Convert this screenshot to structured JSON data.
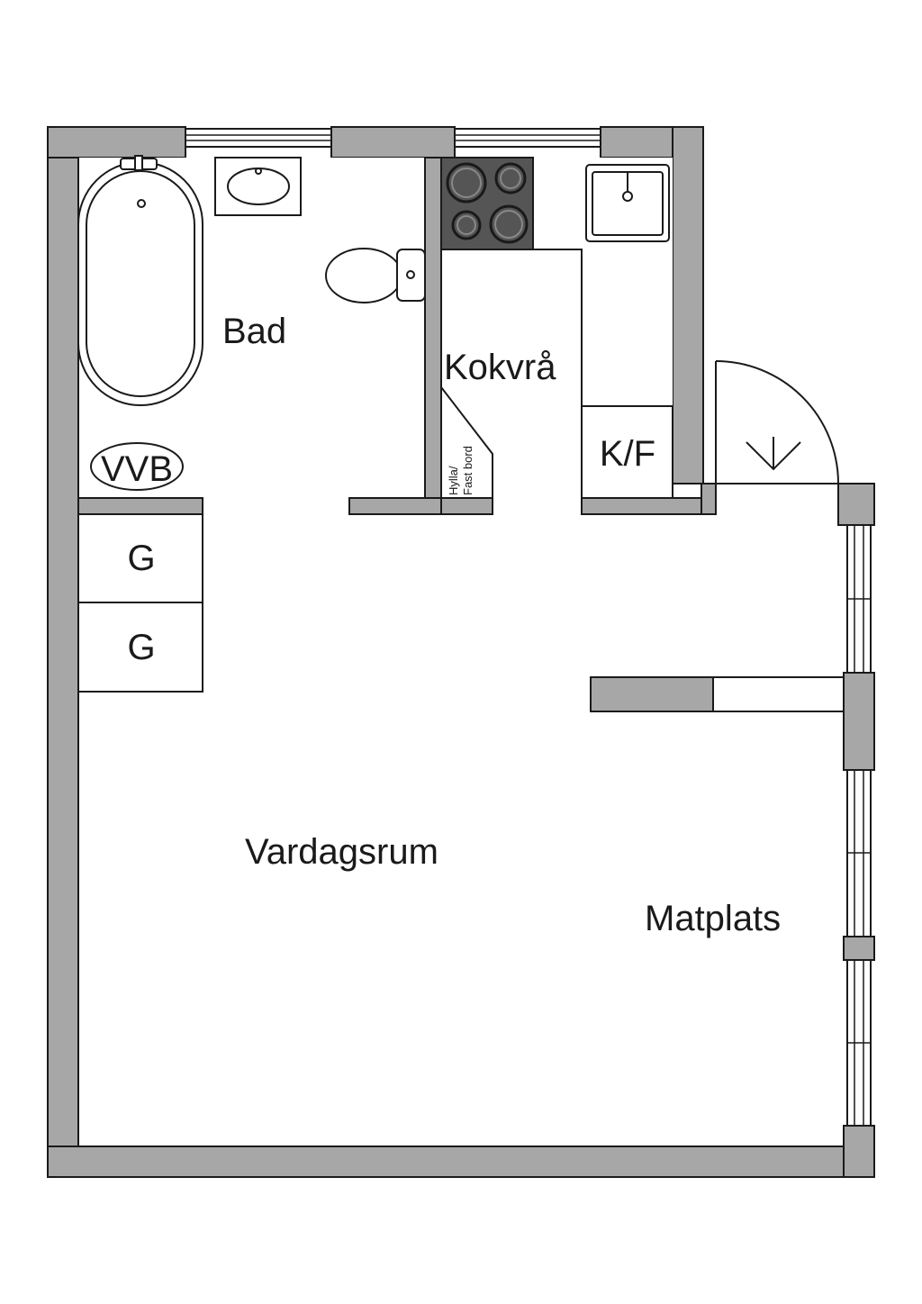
{
  "rooms": {
    "bathroom": "Bad",
    "kitchen": "Kokvrå",
    "living_room": "Vardagsrum",
    "dining": "Matplats"
  },
  "fixtures": {
    "water_heater": "VVB",
    "fridge_freezer": "K/F",
    "closet_1": "G",
    "closet_2": "G",
    "shelf_line1": "Hylla/",
    "shelf_line2": "Fast bord"
  }
}
